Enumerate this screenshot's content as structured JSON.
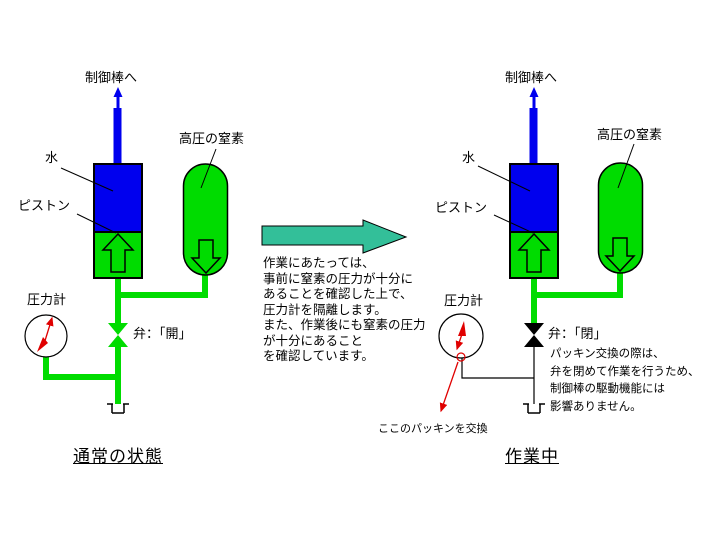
{
  "colors": {
    "green": "#00DC00",
    "blue": "#0000EE",
    "teal": "#33BF99",
    "red": "#E00000",
    "outline": "#000000"
  },
  "left_diagram": {
    "title": "通常の状態",
    "control_rod_label": "制御棒へ",
    "water_label": "水",
    "piston_label": "ピストン",
    "nitrogen_label": "高圧の窒素",
    "gauge_label": "圧力計",
    "valve_label": "弁：「開」"
  },
  "center": {
    "note_lines": [
      "作業にあたっては、",
      "事前に窒素の圧力が十分に",
      "あることを確認した上で、",
      "圧力計を隔離します。",
      "また、作業後にも窒素の圧力",
      "が十分にあること",
      "を確認しています。"
    ]
  },
  "right_diagram": {
    "title": "作業中",
    "control_rod_label": "制御棒へ",
    "water_label": "水",
    "piston_label": "ピストン",
    "nitrogen_label": "高圧の窒素",
    "gauge_label": "圧力計",
    "valve_label": "弁：「閉」",
    "note_lines": [
      "パッキン交換の際は、",
      "弁を閉めて作業を行うため、",
      "制御棒の駆動機能には",
      "影響ありません。"
    ],
    "packing_pointer_label": "ここのパッキンを交換"
  }
}
